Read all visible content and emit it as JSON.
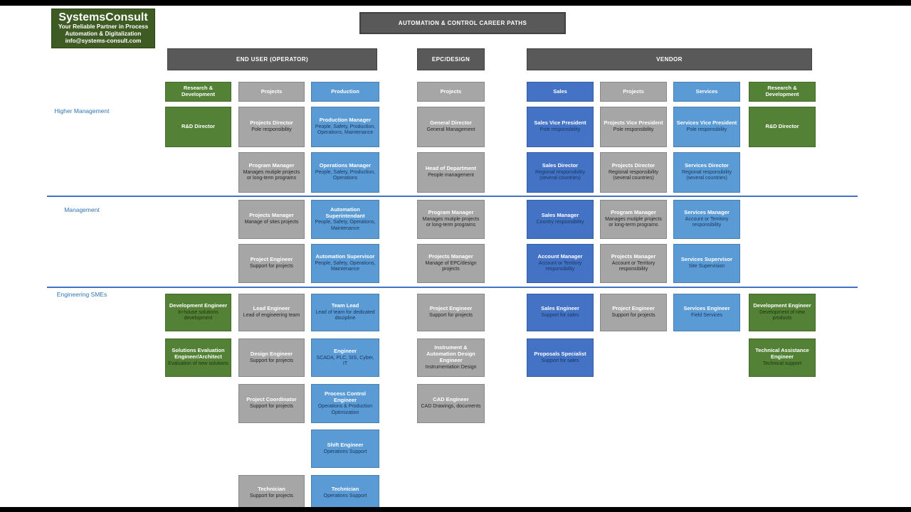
{
  "banner": {
    "title": "AUTOMATION & CONTROL CAREER PATHS"
  },
  "logo": {
    "name": "SystemsConsult",
    "tagline_line1": "Your Reliable Partner in Process",
    "tagline_line2": "Automation & Digitalization",
    "email": "info@systems-consult.com"
  },
  "row_labels": {
    "higher_management": "Higher Management",
    "management": "Management",
    "engineering_smes": "Engineering SMEs"
  },
  "group_headers": [
    {
      "label": "END USER (OPERATOR)"
    },
    {
      "label": "EPC/DESIGN"
    },
    {
      "label": "VENDOR"
    }
  ],
  "colors": {
    "green": "#538135",
    "gray": "#A6A6A6",
    "light_blue": "#5B9BD5",
    "dark_blue": "#4472C4",
    "header_gray": "#595959",
    "divider_blue": "#4472C4",
    "logo_green": "#3D5B22",
    "label_blue": "#2E74B5"
  },
  "columns": [
    {
      "id": "end-user-rd",
      "color": "green",
      "boxes": [
        {
          "slot": 0,
          "title": "Research & Development",
          "subtitle": ""
        },
        {
          "slot": 1,
          "title": "R&D Director",
          "subtitle": ""
        },
        {
          "slot": 5,
          "title": "Development Engineer",
          "subtitle": "In-house solutions development"
        },
        {
          "slot": 6,
          "title": "Solutions Evaluation Engineer/Architect",
          "subtitle": "Evaluation of new solutions"
        }
      ]
    },
    {
      "id": "end-user-projects",
      "color": "gray",
      "boxes": [
        {
          "slot": 0,
          "title": "Projects",
          "subtitle": ""
        },
        {
          "slot": 1,
          "title": "Projects Director",
          "subtitle": "Pole responsibility"
        },
        {
          "slot": 2,
          "title": "Program Manager",
          "subtitle": "Manages mutiple projects or long-term programs"
        },
        {
          "slot": 3,
          "title": "Projects Manager",
          "subtitle": "Manage of sites projects"
        },
        {
          "slot": 4,
          "title": "Project Engineer",
          "subtitle": "Support for projects"
        },
        {
          "slot": 5,
          "title": "Lead Engineer",
          "subtitle": "Lead of engineering team"
        },
        {
          "slot": 6,
          "title": "Design Engineer",
          "subtitle": "Support for projects"
        },
        {
          "slot": 7,
          "title": "Project Coordinator",
          "subtitle": "Support for projects"
        },
        {
          "slot": 9,
          "title": "Technician",
          "subtitle": "Support for projects"
        }
      ]
    },
    {
      "id": "end-user-production",
      "color": "blue",
      "boxes": [
        {
          "slot": 0,
          "title": "Production",
          "subtitle": ""
        },
        {
          "slot": 1,
          "title": "Production Manager",
          "subtitle": "People, Safety, Production, Operations, Maintenance"
        },
        {
          "slot": 2,
          "title": "Operations Manager",
          "subtitle": "People, Safety, Production, Operations"
        },
        {
          "slot": 3,
          "title": "Automation Superintendant",
          "subtitle": "People, Safety, Operations, Maintenance"
        },
        {
          "slot": 4,
          "title": "Automation Supervisor",
          "subtitle": "People, Safety, Operations, Maintenance"
        },
        {
          "slot": 5,
          "title": "Team Lead",
          "subtitle": "Lead of team for dedicated discipline"
        },
        {
          "slot": 6,
          "title": "Engineer",
          "subtitle": "SCADA, PLC, SIS, Cyber, IT"
        },
        {
          "slot": 7,
          "title": "Process Control Engineer",
          "subtitle": "Operations & Production Optimization"
        },
        {
          "slot": 8,
          "title": "Shift Engineer",
          "subtitle": "Operations Support"
        },
        {
          "slot": 9,
          "title": "Technician",
          "subtitle": "Operations Support"
        }
      ]
    },
    {
      "id": "epc-design-projects",
      "color": "gray",
      "boxes": [
        {
          "slot": 0,
          "title": "Projects",
          "subtitle": ""
        },
        {
          "slot": 1,
          "title": "General Director",
          "subtitle": "General Management"
        },
        {
          "slot": 2,
          "title": "Head of Department",
          "subtitle": "People management"
        },
        {
          "slot": 3,
          "title": "Program Manager",
          "subtitle": "Manages mutiple projects or long-term programs"
        },
        {
          "slot": 4,
          "title": "Projects Manager",
          "subtitle": "Manage of EPC/design projects"
        },
        {
          "slot": 5,
          "title": "Project Engineer",
          "subtitle": "Support for projects"
        },
        {
          "slot": 6,
          "title": "Instrument & Automation Design Engineer",
          "subtitle": "Instrumentation Design"
        },
        {
          "slot": 7,
          "title": "CAD Engineer",
          "subtitle": "CAD Drawings, documents"
        }
      ]
    },
    {
      "id": "vendor-sales",
      "color": "darkblue",
      "boxes": [
        {
          "slot": 0,
          "title": "Sales",
          "subtitle": ""
        },
        {
          "slot": 1,
          "title": "Sales Vice President",
          "subtitle": "Pole responsibility"
        },
        {
          "slot": 2,
          "title": "Sales Director",
          "subtitle": "Regional responsibility (several countries)"
        },
        {
          "slot": 3,
          "title": "Sales Manager",
          "subtitle": "Country responsibility"
        },
        {
          "slot": 4,
          "title": "Account Manager",
          "subtitle": "Account or Territory responsibility"
        },
        {
          "slot": 5,
          "title": "Sales Engineer",
          "subtitle": "Support for sales"
        },
        {
          "slot": 6,
          "title": "Proposals Specialist",
          "subtitle": "Support for sales"
        }
      ]
    },
    {
      "id": "vendor-projects",
      "color": "gray",
      "boxes": [
        {
          "slot": 0,
          "title": "Projects",
          "subtitle": ""
        },
        {
          "slot": 1,
          "title": "Projects Vice President",
          "subtitle": "Pole responsibility"
        },
        {
          "slot": 2,
          "title": "Projects Director",
          "subtitle": "Regional responsibility (several countries)"
        },
        {
          "slot": 3,
          "title": "Program Manager",
          "subtitle": "Manages mutiple projects or long-term programs"
        },
        {
          "slot": 4,
          "title": "Projects Manager",
          "subtitle": "Account or Territory responsibility"
        },
        {
          "slot": 5,
          "title": "Project Engineer",
          "subtitle": "Support for projects"
        }
      ]
    },
    {
      "id": "vendor-services",
      "color": "blue",
      "boxes": [
        {
          "slot": 0,
          "title": "Services",
          "subtitle": ""
        },
        {
          "slot": 1,
          "title": "Services Vice President",
          "subtitle": "Pole responsibility"
        },
        {
          "slot": 2,
          "title": "Services Director",
          "subtitle": "Regional responsibility (several countries)"
        },
        {
          "slot": 3,
          "title": "Services Manager",
          "subtitle": "Account or Territory responsibility"
        },
        {
          "slot": 4,
          "title": "Services Supervisor",
          "subtitle": "Site Supervision"
        },
        {
          "slot": 5,
          "title": "Services Engineer",
          "subtitle": "Field Services"
        }
      ]
    },
    {
      "id": "vendor-rd",
      "color": "green",
      "boxes": [
        {
          "slot": 0,
          "title": "Research & Development",
          "subtitle": ""
        },
        {
          "slot": 1,
          "title": "R&D Director",
          "subtitle": ""
        },
        {
          "slot": 5,
          "title": "Development Engineer",
          "subtitle": "Development of new products"
        },
        {
          "slot": 6,
          "title": "Technical Assistance Engineer",
          "subtitle": "Technical support"
        }
      ]
    }
  ]
}
